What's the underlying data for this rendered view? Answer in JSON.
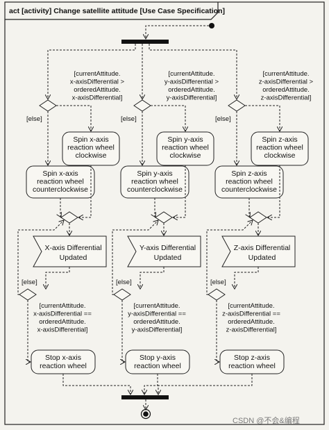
{
  "frame": {
    "title": "act [activity] Change satellite attitude [Use Case Specification]"
  },
  "else_label": "[else]",
  "columns": [
    {
      "guard_gt": [
        "[currentAttitude.",
        "x-axisDifferential >",
        "orderedAttitude.",
        "x-axisDifferential]"
      ],
      "spin_cw": [
        "Spin x-axis",
        "reaction wheel",
        "clockwise"
      ],
      "spin_ccw": [
        "Spin x-axis",
        "reaction wheel",
        "counterclockwise"
      ],
      "signal": [
        "X-axis Differential",
        "Updated"
      ],
      "guard_eq": [
        "[currentAttitude.",
        "x-axisDifferential ==",
        "orderedAttitude.",
        "x-axisDifferential]"
      ],
      "stop": [
        "Stop x-axis",
        "reaction wheel"
      ]
    },
    {
      "guard_gt": [
        "[currentAttitude.",
        "y-axisDifferential >",
        "orderedAttitude.",
        "y-axisDifferential]"
      ],
      "spin_cw": [
        "Spin y-axis",
        "reaction wheel",
        "clockwise"
      ],
      "spin_ccw": [
        "Spin y-axis",
        "reaction wheel",
        "counterclockwise"
      ],
      "signal": [
        "Y-axis Differential",
        "Updated"
      ],
      "guard_eq": [
        "[currentAttitude.",
        "y-axisDifferential ==",
        "orderedAttitude.",
        "y-axisDifferential]"
      ],
      "stop": [
        "Stop y-axis",
        "reaction wheel"
      ]
    },
    {
      "guard_gt": [
        "[currentAttitude.",
        "z-axisDifferential >",
        "orderedAttitude.",
        "z-axisDifferential]"
      ],
      "spin_cw": [
        "Spin z-axis",
        "reaction wheel",
        "clockwise"
      ],
      "spin_ccw": [
        "Spin z-axis",
        "reaction wheel",
        "counterclockwise"
      ],
      "signal": [
        "Z-axis Differential",
        "Updated"
      ],
      "guard_eq": [
        "[currentAttitude.",
        "z-axisDifferential ==",
        "orderedAttitude.",
        "z-axisDifferential]"
      ],
      "stop": [
        "Stop z-axis",
        "reaction wheel"
      ]
    }
  ],
  "watermark": "CSDN @不会&编程"
}
